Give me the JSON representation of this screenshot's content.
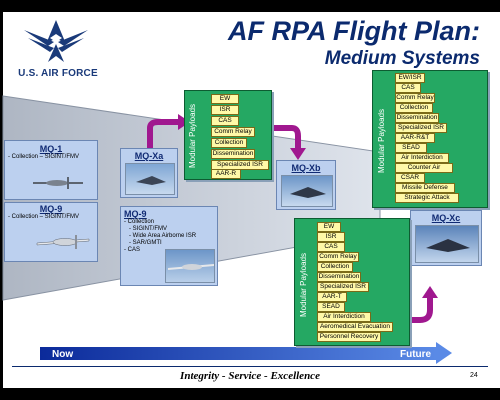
{
  "header": {
    "logo_text": "U.S. AIR FORCE",
    "title_line1": "AF RPA Flight Plan:",
    "title_line2": "Medium Systems"
  },
  "systems": {
    "mq1": {
      "title": "MQ-1",
      "detail": "- Collection – SIGINT/FMV"
    },
    "mq9_left": {
      "title": "MQ-9",
      "detail": "- Collection – SIGINT/FMV"
    },
    "mq9_center": {
      "title": "MQ-9",
      "lines": [
        "- Collection",
        "- SIGINT/FMV",
        "- Wide Area Airborne ISR",
        "- SAR/GMTI",
        "- CAS"
      ]
    },
    "mqxa": {
      "title": "MQ-Xa"
    },
    "mqxb": {
      "title": "MQ-Xb"
    },
    "mqxc": {
      "title": "MQ-Xc"
    }
  },
  "payload_label": "Modular Payloads",
  "payloads": {
    "panel1": [
      "EW",
      "ISR",
      "CAS",
      "Comm Relay",
      "Collection",
      "Dissemination",
      "Specialized ISR",
      "AAR-R"
    ],
    "panel2": [
      "EW/ISR",
      "CAS",
      "Comm Relay",
      "Collection",
      "Dissemination",
      "Specialized ISR",
      "AAR-R&T",
      "SEAD",
      "Air Interdiction",
      "Counter Air",
      "CSAR",
      "Missile Defense",
      "Strategic Attack"
    ],
    "panel3": [
      "EW",
      "ISR",
      "CAS",
      "Comm Relay",
      "Collection",
      "Dissemination",
      "Specialized ISR",
      "AAR-T",
      "SEAD",
      "Air Interdiction",
      "Aeromedical Evacuation",
      "Personnel Recovery"
    ]
  },
  "timeline": {
    "start": "Now",
    "end": "Future"
  },
  "footer": {
    "motto": "Integrity - Service - Excellence",
    "page": "24"
  },
  "colors": {
    "brand_navy": "#0b2a6e",
    "panel_green": "#25a863",
    "item_yellow": "#fff9a8",
    "arrow_purple": "#a0188f",
    "box_blue": "#bcd0ef"
  }
}
